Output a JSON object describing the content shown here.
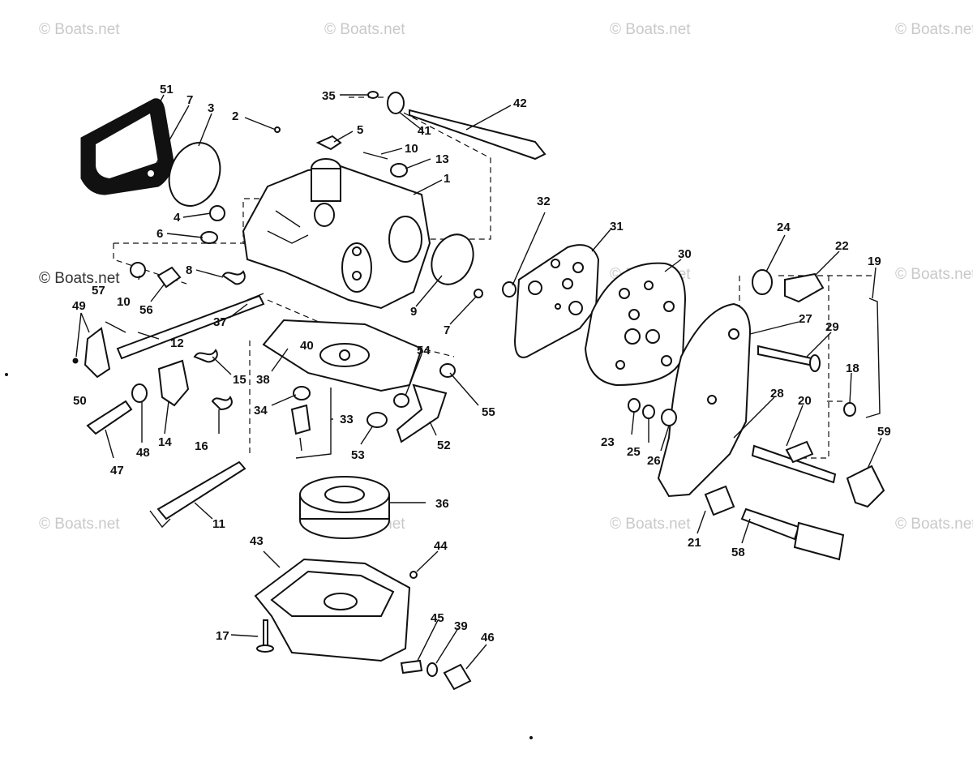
{
  "watermark": {
    "text": "© Boats.net"
  },
  "callouts": [
    {
      "n": "51"
    },
    {
      "n": "7"
    },
    {
      "n": "3"
    },
    {
      "n": "2"
    },
    {
      "n": "35"
    },
    {
      "n": "41"
    },
    {
      "n": "42"
    },
    {
      "n": "5"
    },
    {
      "n": "10"
    },
    {
      "n": "13"
    },
    {
      "n": "1"
    },
    {
      "n": "4"
    },
    {
      "n": "6"
    },
    {
      "n": "8"
    },
    {
      "n": "57"
    },
    {
      "n": "56"
    },
    {
      "n": "49"
    },
    {
      "n": "10"
    },
    {
      "n": "12"
    },
    {
      "n": "37"
    },
    {
      "n": "9"
    },
    {
      "n": "7"
    },
    {
      "n": "40"
    },
    {
      "n": "54"
    },
    {
      "n": "55"
    },
    {
      "n": "15"
    },
    {
      "n": "38"
    },
    {
      "n": "34"
    },
    {
      "n": "33"
    },
    {
      "n": "50"
    },
    {
      "n": "48"
    },
    {
      "n": "14"
    },
    {
      "n": "16"
    },
    {
      "n": "47"
    },
    {
      "n": "53"
    },
    {
      "n": "52"
    },
    {
      "n": "11"
    },
    {
      "n": "36"
    },
    {
      "n": "43"
    },
    {
      "n": "44"
    },
    {
      "n": "17"
    },
    {
      "n": "45"
    },
    {
      "n": "39"
    },
    {
      "n": "46"
    },
    {
      "n": "32"
    },
    {
      "n": "31"
    },
    {
      "n": "30"
    },
    {
      "n": "24"
    },
    {
      "n": "22"
    },
    {
      "n": "19"
    },
    {
      "n": "27"
    },
    {
      "n": "29"
    },
    {
      "n": "18"
    },
    {
      "n": "28"
    },
    {
      "n": "20"
    },
    {
      "n": "23"
    },
    {
      "n": "25"
    },
    {
      "n": "26"
    },
    {
      "n": "59"
    },
    {
      "n": "21"
    },
    {
      "n": "58"
    }
  ]
}
